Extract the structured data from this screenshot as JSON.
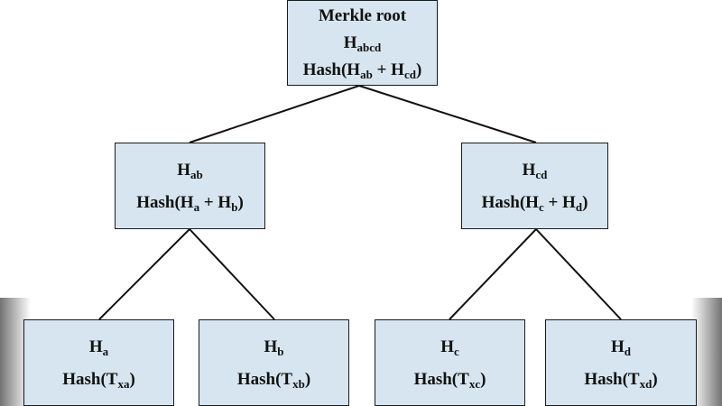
{
  "tree": {
    "root": {
      "title": "Merkle root",
      "hash_prefix": "H",
      "hash_sub": "abcd",
      "formula_open": "Hash(H",
      "formula_sub1": "ab",
      "formula_plus": " + H",
      "formula_sub2": "cd",
      "formula_close": ")"
    },
    "ab": {
      "hash_prefix": "H",
      "hash_sub": "ab",
      "formula_open": "Hash(H",
      "formula_sub1": "a",
      "formula_plus": " + H",
      "formula_sub2": "b",
      "formula_close": ")"
    },
    "cd": {
      "hash_prefix": "H",
      "hash_sub": "cd",
      "formula_open": "Hash(H",
      "formula_sub1": "c",
      "formula_plus": " + H",
      "formula_sub2": "d",
      "formula_close": ")"
    },
    "leaves": [
      {
        "hash_prefix": "H",
        "hash_sub": "a",
        "formula_open": "Hash(T",
        "formula_sub": "xa",
        "formula_close": ")"
      },
      {
        "hash_prefix": "H",
        "hash_sub": "b",
        "formula_open": "Hash(T",
        "formula_sub": "xb",
        "formula_close": ")"
      },
      {
        "hash_prefix": "H",
        "hash_sub": "c",
        "formula_open": "Hash(T",
        "formula_sub": "xc",
        "formula_close": ")"
      },
      {
        "hash_prefix": "H",
        "hash_sub": "d",
        "formula_open": "Hash(T",
        "formula_sub": "xd",
        "formula_close": ")"
      }
    ]
  },
  "colors": {
    "node_fill": "#d6e5ef",
    "node_border": "#1b1b1b",
    "connector": "#111111"
  }
}
